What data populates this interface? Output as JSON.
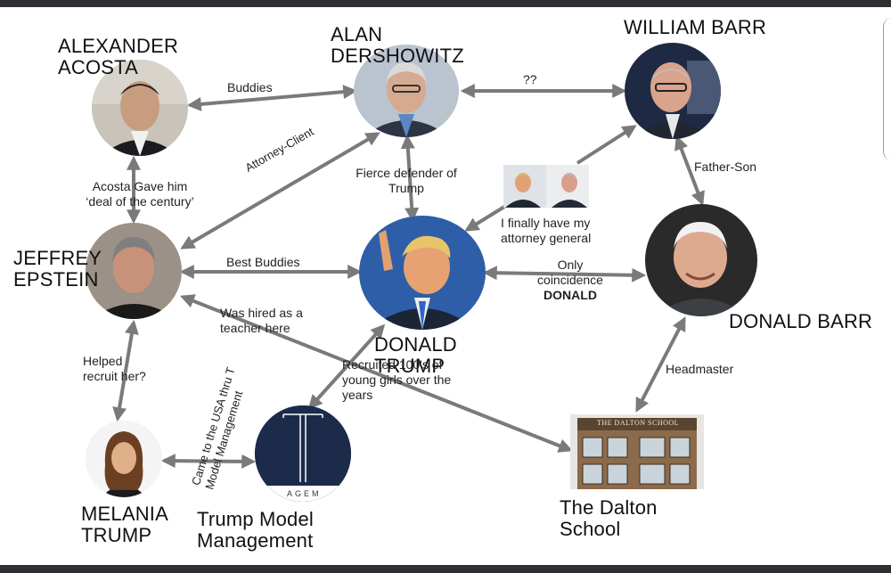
{
  "people": {
    "acosta": "ALEXANDER ACOSTA",
    "dershowitz": "ALAN DERSHOWITZ",
    "barr": "WILLIAM BARR",
    "epstein": "JEFFREY EPSTEIN",
    "donald_trump": "DONALD TRUMP",
    "donald_barr": "DONALD BARR",
    "melania": "MELANIA TRUMP",
    "tmm": "Trump Model Management",
    "dalton": "The Dalton School"
  },
  "edges": {
    "buddies": "Buddies",
    "unknown": "??",
    "father_son": "Father-Son",
    "attorney_client": "Attorney-Client",
    "fierce_defender": "Fierce defender of Trump",
    "acosta_deal": "Acosta Gave him ‘deal of the century’",
    "attorney_general": "I finally have my attorney general",
    "best_buddies": "Best Buddies",
    "only_coincidence": "Only coincidence",
    "only_coincidence_bold": "DONALD",
    "hired_teacher": "Was hired as a teacher here",
    "recruited": "Recruited 100's of young girls over the years",
    "helped_recruit": "Helped recruit her?",
    "came_to_usa": "Came to the USA thru T Model Management",
    "headmaster": "Headmaster"
  },
  "logos": {
    "tmm_fragment": "AGEM",
    "dalton_sign": "THE DALTON SCHOOL"
  },
  "colors": {
    "arrow": "#7a7a7a",
    "tmm_navy": "#1c2b4a",
    "background": "#ffffff"
  }
}
